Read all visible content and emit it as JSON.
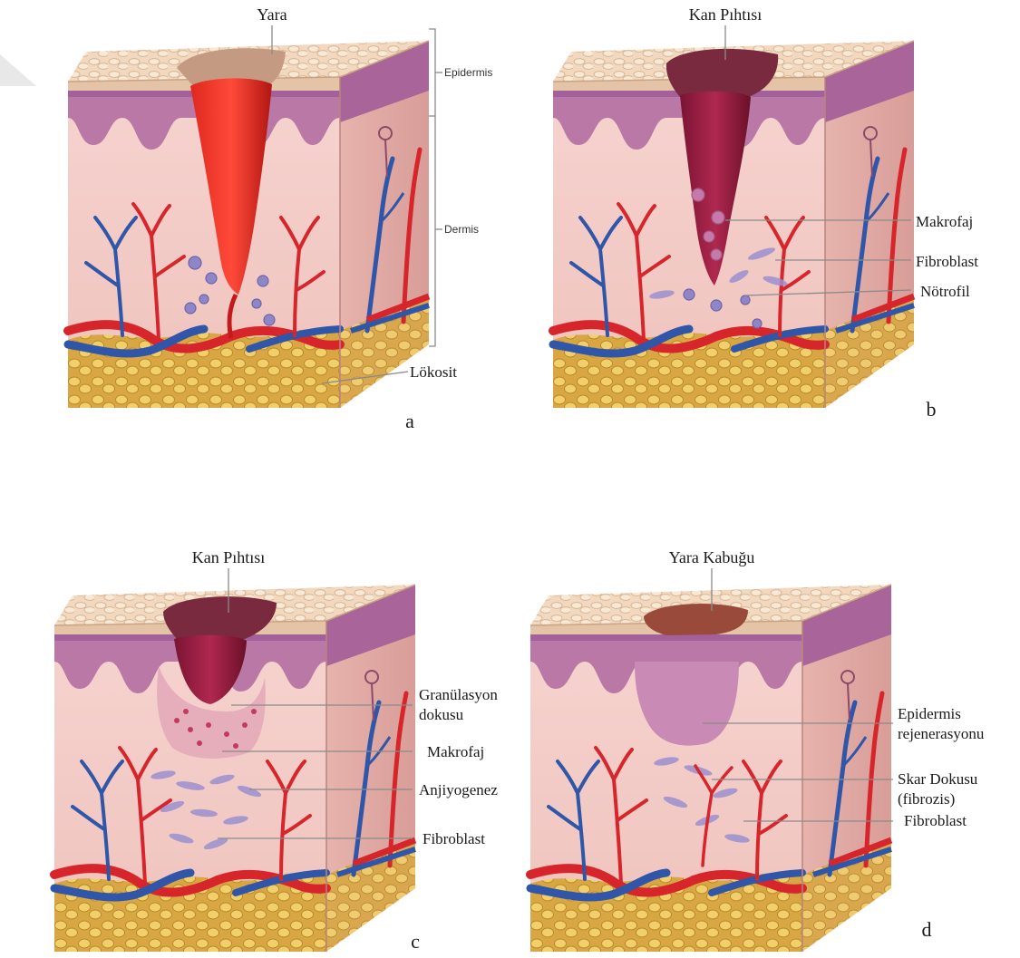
{
  "panels": {
    "a": {
      "letter": "a",
      "top_label": "Yara",
      "side_labels": {
        "epidermis": "Epidermis",
        "dermis": "Dermis"
      },
      "callouts": [
        "Lökosit"
      ]
    },
    "b": {
      "letter": "b",
      "top_label": "Kan Pıhtısı",
      "callouts": [
        "Makrofaj",
        "Fibroblast",
        "Nötrofil"
      ]
    },
    "c": {
      "letter": "c",
      "top_label": "Kan Pıhtısı",
      "callouts": [
        "Granülasyon",
        "dokusu",
        "Makrofaj",
        "Anjiyogenez",
        "Fibroblast"
      ]
    },
    "d": {
      "letter": "d",
      "top_label": "Yara Kabuğu",
      "callouts": [
        "Epidermis",
        "rejenerasyonu",
        "Skar Dokusu",
        "(fibrozis)",
        "Fibroblast"
      ]
    }
  },
  "colors": {
    "skin_surface": "#f1d8bf",
    "epidermis": "#b978a6",
    "dermis": "#f3cdc8",
    "fat": "#e6c15a",
    "artery": "#d7262b",
    "vein": "#2f56a8",
    "wound_blood": "#c51a1a",
    "clot": "#8d1a3a",
    "scab": "#9a4a3a",
    "regen": "#c98ab5",
    "cell": "#8f86c7"
  }
}
